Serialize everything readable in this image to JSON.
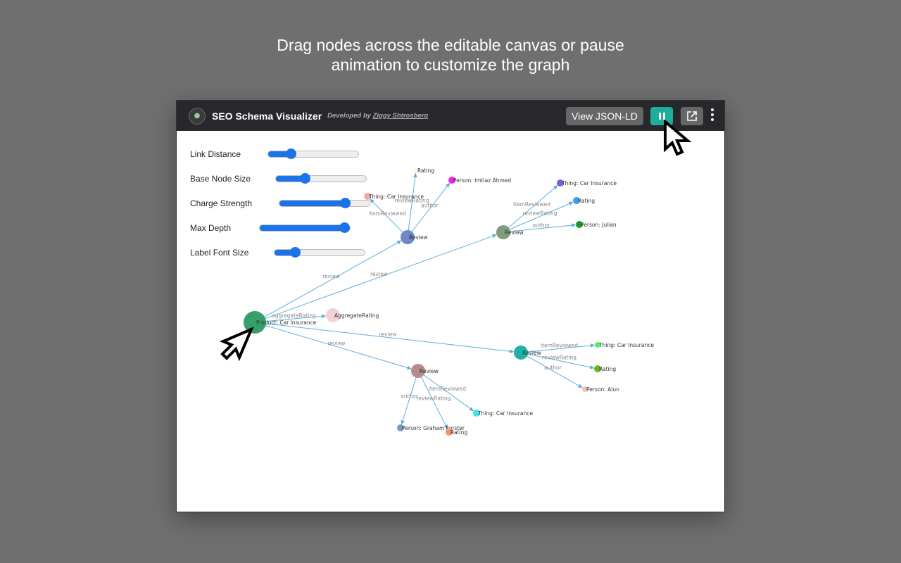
{
  "caption": {
    "line1": "Drag nodes across the editable canvas or pause",
    "line2": "animation to customize the graph"
  },
  "header": {
    "title": "SEO Schema Visualizer",
    "developed_by": "Developed by",
    "author": "Ziggy Shtrosberg",
    "view_json_label": "View JSON-LD",
    "pause_icon": "pause-icon",
    "open_icon": "external-link-icon",
    "menu_icon": "kebab-menu-icon",
    "accent": "#1fae9a"
  },
  "controls": [
    {
      "label": "Link Distance",
      "value": 0.25
    },
    {
      "label": "Base Node Size",
      "value": 0.32
    },
    {
      "label": "Charge Strength",
      "value": 0.73
    },
    {
      "label": "Max Depth",
      "value": 0.94
    },
    {
      "label": "Label Font Size",
      "value": 0.23
    }
  ],
  "graph": {
    "link_color": "#5aaee0",
    "nodes": [
      {
        "id": "p",
        "label": "Product: Car insurance",
        "color": "#35a06a"
      },
      {
        "id": "ag",
        "label": "AggregateRating",
        "color": "#f1d3d6"
      },
      {
        "id": "r1",
        "label": "Review",
        "color": "#6f86c8"
      },
      {
        "id": "r1t",
        "label": "Thing: Car Insurance",
        "color": "#f4a6a8"
      },
      {
        "id": "r1r",
        "label": "Rating",
        "color": "#fdfbe0"
      },
      {
        "id": "r1a",
        "label": "Person: Imtiaz Ahmed",
        "color": "#ee22ee"
      },
      {
        "id": "r2",
        "label": "Review",
        "color": "#7f9c7f"
      },
      {
        "id": "r2t",
        "label": "Thing: Car Insurance",
        "color": "#7a5ed6"
      },
      {
        "id": "r2r",
        "label": "Rating",
        "color": "#3aa0e8"
      },
      {
        "id": "r2a",
        "label": "Person: Julian",
        "color": "#1a9a22"
      },
      {
        "id": "r3",
        "label": "Review",
        "color": "#20b0a5"
      },
      {
        "id": "r3t",
        "label": "Thing: Car Insurance",
        "color": "#55ee66"
      },
      {
        "id": "r3r",
        "label": "Rating",
        "color": "#66b81a"
      },
      {
        "id": "r3a",
        "label": "Person: Alun",
        "color": "#f7c2b5"
      },
      {
        "id": "r4",
        "label": "Review",
        "color": "#b88a8a"
      },
      {
        "id": "r4t",
        "label": "Thing: Car Insurance",
        "color": "#44dfe8"
      },
      {
        "id": "r4a",
        "label": "Person: Graham Forster",
        "color": "#7a9ab8"
      },
      {
        "id": "r4r",
        "label": "Rating",
        "color": "#fb8f60"
      }
    ],
    "links": [
      {
        "s": "p",
        "t": "ag",
        "label": "aggregateRating"
      },
      {
        "s": "p",
        "t": "r1",
        "label": "review"
      },
      {
        "s": "p",
        "t": "r2",
        "label": "review"
      },
      {
        "s": "p",
        "t": "r3",
        "label": "review"
      },
      {
        "s": "p",
        "t": "r4",
        "label": "review"
      },
      {
        "s": "r1",
        "t": "r1t",
        "label": "itemReviewed"
      },
      {
        "s": "r1",
        "t": "r1r",
        "label": "reviewRating"
      },
      {
        "s": "r1",
        "t": "r1a",
        "label": "author"
      },
      {
        "s": "r2",
        "t": "r2t",
        "label": "itemReviewed"
      },
      {
        "s": "r2",
        "t": "r2r",
        "label": "reviewRating"
      },
      {
        "s": "r2",
        "t": "r2a",
        "label": "author"
      },
      {
        "s": "r3",
        "t": "r3t",
        "label": "itemReviewed"
      },
      {
        "s": "r3",
        "t": "r3r",
        "label": "reviewRating"
      },
      {
        "s": "r3",
        "t": "r3a",
        "label": "author"
      },
      {
        "s": "r4",
        "t": "r4t",
        "label": "itemReviewed"
      },
      {
        "s": "r4",
        "t": "r4r",
        "label": "reviewRating"
      },
      {
        "s": "r4",
        "t": "r4a",
        "label": "author"
      }
    ]
  }
}
